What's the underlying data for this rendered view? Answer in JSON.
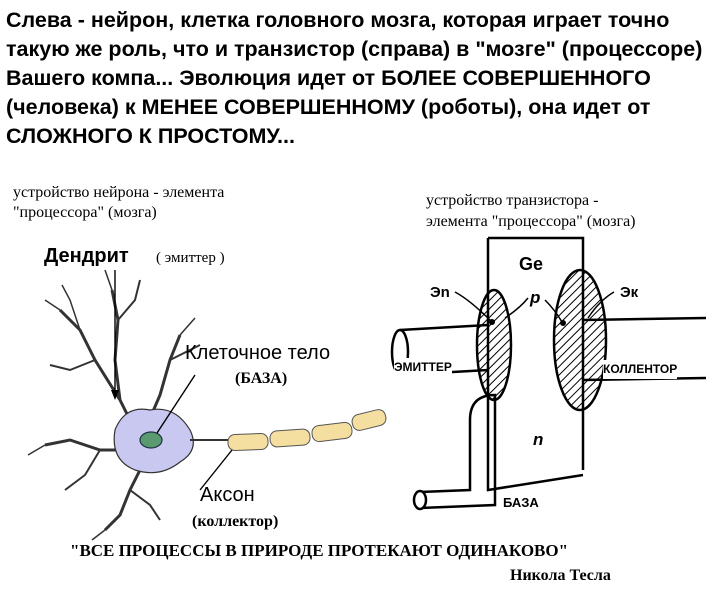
{
  "headline": "Слева - нейрон, клетка головного мозга, которая играет точно такую же роль, что и транзистор (справа) в \"мозге\" (процессоре) Вашего компа... Эволюция идет от БОЛЕЕ СОВЕРШЕННОГО (человека) к МЕНЕЕ СОВЕРШЕННОМУ (роботы), она идет от СЛОЖНОГО К ПРОСТОМУ...",
  "neuron": {
    "caption_line1": "устройство нейрона - элемента",
    "caption_line2": "\"процессора\" (мозга)",
    "dendrite": "Дендрит",
    "emitter": "( эмиттер )",
    "cell_body": "Клеточное тело",
    "base": "(БАЗА)",
    "axon": "Аксон",
    "collector": "(коллектор)"
  },
  "transistor": {
    "caption_line1": "устройство транзистора -",
    "caption_line2": "элемента \"процессора\" (мозга)",
    "ge": "Ge",
    "jn": "Эn",
    "jk": "Эк",
    "p": "p",
    "n": "n",
    "emitter": "ЭМИТТЕР",
    "collector": "КОЛЛЕНТОР",
    "base": "БАЗА"
  },
  "quote": "\"ВСЕ ПРОЦЕССЫ В ПРИРОДЕ ПРОТЕКАЮТ ОДИНАКОВО\"",
  "author": "Никола Тесла",
  "colors": {
    "cell_body": "#c8c8f0",
    "nucleus": "#5a9a70",
    "axon_segment": "#f5dfa0"
  }
}
